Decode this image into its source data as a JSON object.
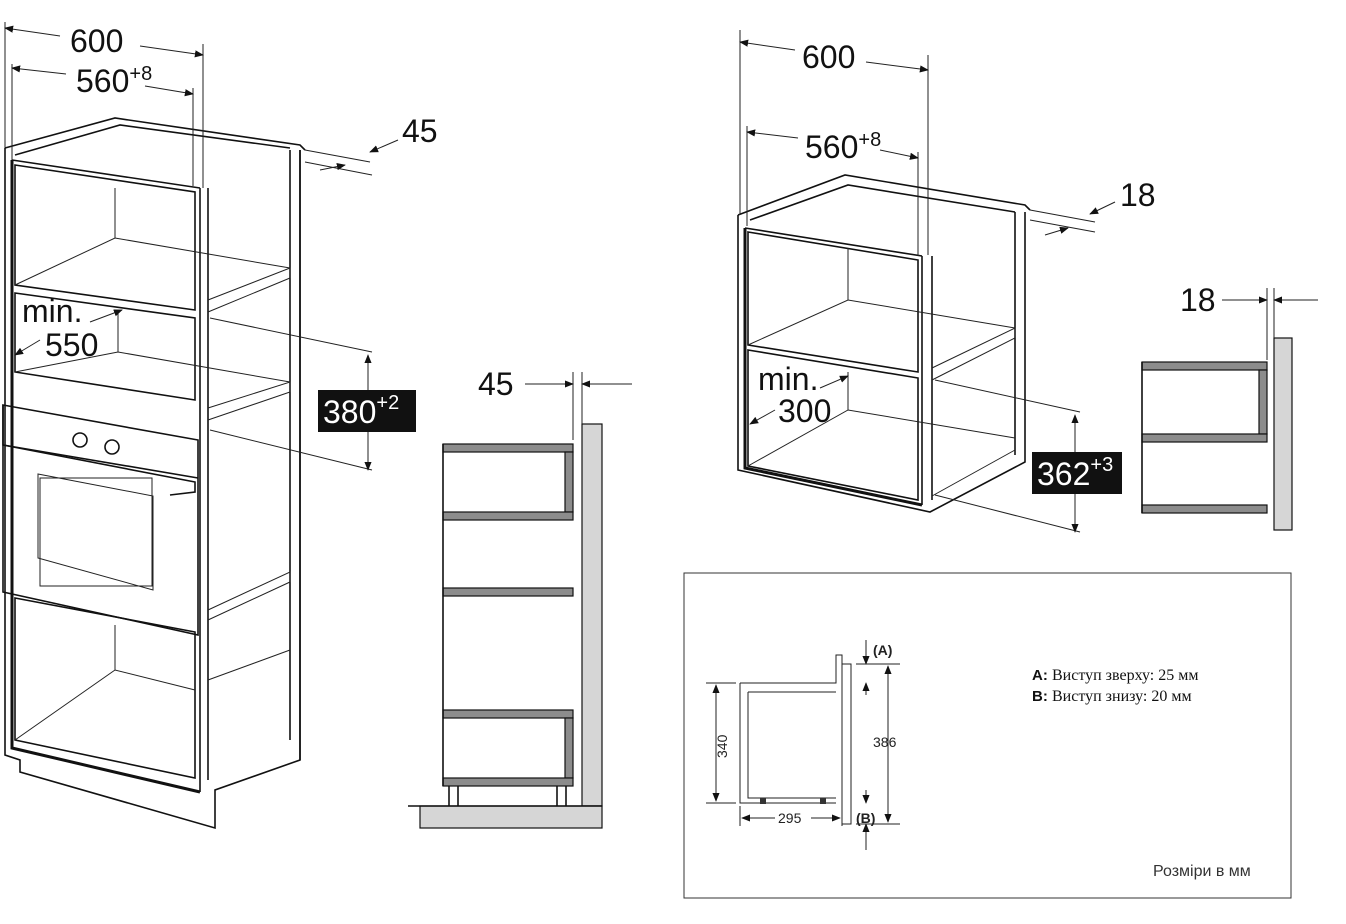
{
  "tall_cabinet": {
    "width_label": "600",
    "inner_width_base": "560",
    "inner_width_sup": "+8",
    "depth_label": "45",
    "min_label": "min.",
    "min_value": "550",
    "niche_height_base": "380",
    "niche_height_sup": "+2"
  },
  "tall_side_view": {
    "gap_label": "45"
  },
  "wall_cabinet": {
    "width_label": "600",
    "inner_width_base": "560",
    "inner_width_sup": "+8",
    "depth_label": "18",
    "min_label": "min.",
    "min_value": "300",
    "niche_height_base": "362",
    "niche_height_sup": "+3"
  },
  "wall_side_view": {
    "gap_label": "18"
  },
  "detail_box": {
    "label_a": "(A)",
    "label_b": "(B)",
    "height_340": "340",
    "height_386": "386",
    "depth_295": "295",
    "note_a_key": "A:",
    "note_a_text": "Виступ зверху: 25 мм",
    "note_b_key": "B:",
    "note_b_text": "Виступ знизу: 20 мм",
    "units": "Розміри в мм"
  }
}
